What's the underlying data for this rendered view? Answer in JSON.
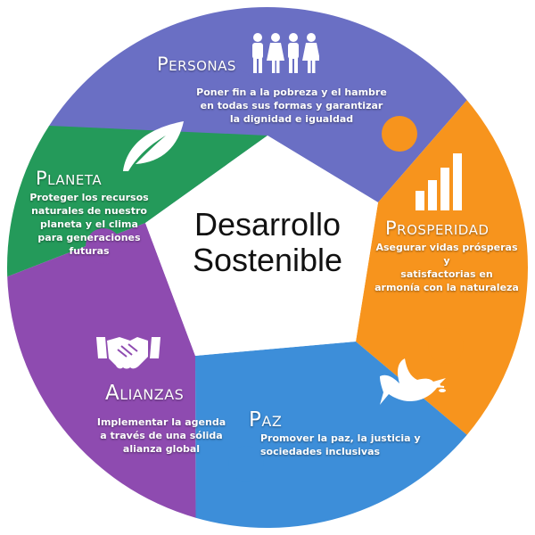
{
  "colors": {
    "personas": "#6a6fc4",
    "prosperidad": "#f7941d",
    "paz": "#3d8ed9",
    "alianzas": "#8e4bb0",
    "planeta": "#249a5a",
    "center": "#ffffff",
    "text": "#ffffff"
  },
  "center": {
    "line1": "Desarrollo",
    "line2": "Sostenible"
  },
  "segments": [
    {
      "key": "personas",
      "title": "Personas",
      "icon": "people-icon",
      "desc": [
        "Poner fin a la pobreza y el hambre",
        "en todas sus formas y garantizar",
        "la dignidad e igualdad"
      ]
    },
    {
      "key": "prosperidad",
      "title": "Prosperidad",
      "icon": "bar-chart-icon",
      "desc": [
        "Asegurar vidas prósperas y",
        "satisfactorias en",
        "armonía con la naturaleza"
      ]
    },
    {
      "key": "paz",
      "title": "Paz",
      "icon": "dove-icon",
      "desc": [
        "Promover la paz, la justicia y",
        "sociedades inclusivas"
      ]
    },
    {
      "key": "alianzas",
      "title": "Alianzas",
      "icon": "handshake-icon",
      "desc": [
        "Implementar la agenda",
        "a través de una sólida",
        "alianza global"
      ]
    },
    {
      "key": "planeta",
      "title": "Planeta",
      "icon": "leaf-icon",
      "desc": [
        "Proteger los recursos",
        "naturales de nuestro",
        "planeta y el clima",
        "para generaciones",
        "futuras"
      ]
    }
  ]
}
